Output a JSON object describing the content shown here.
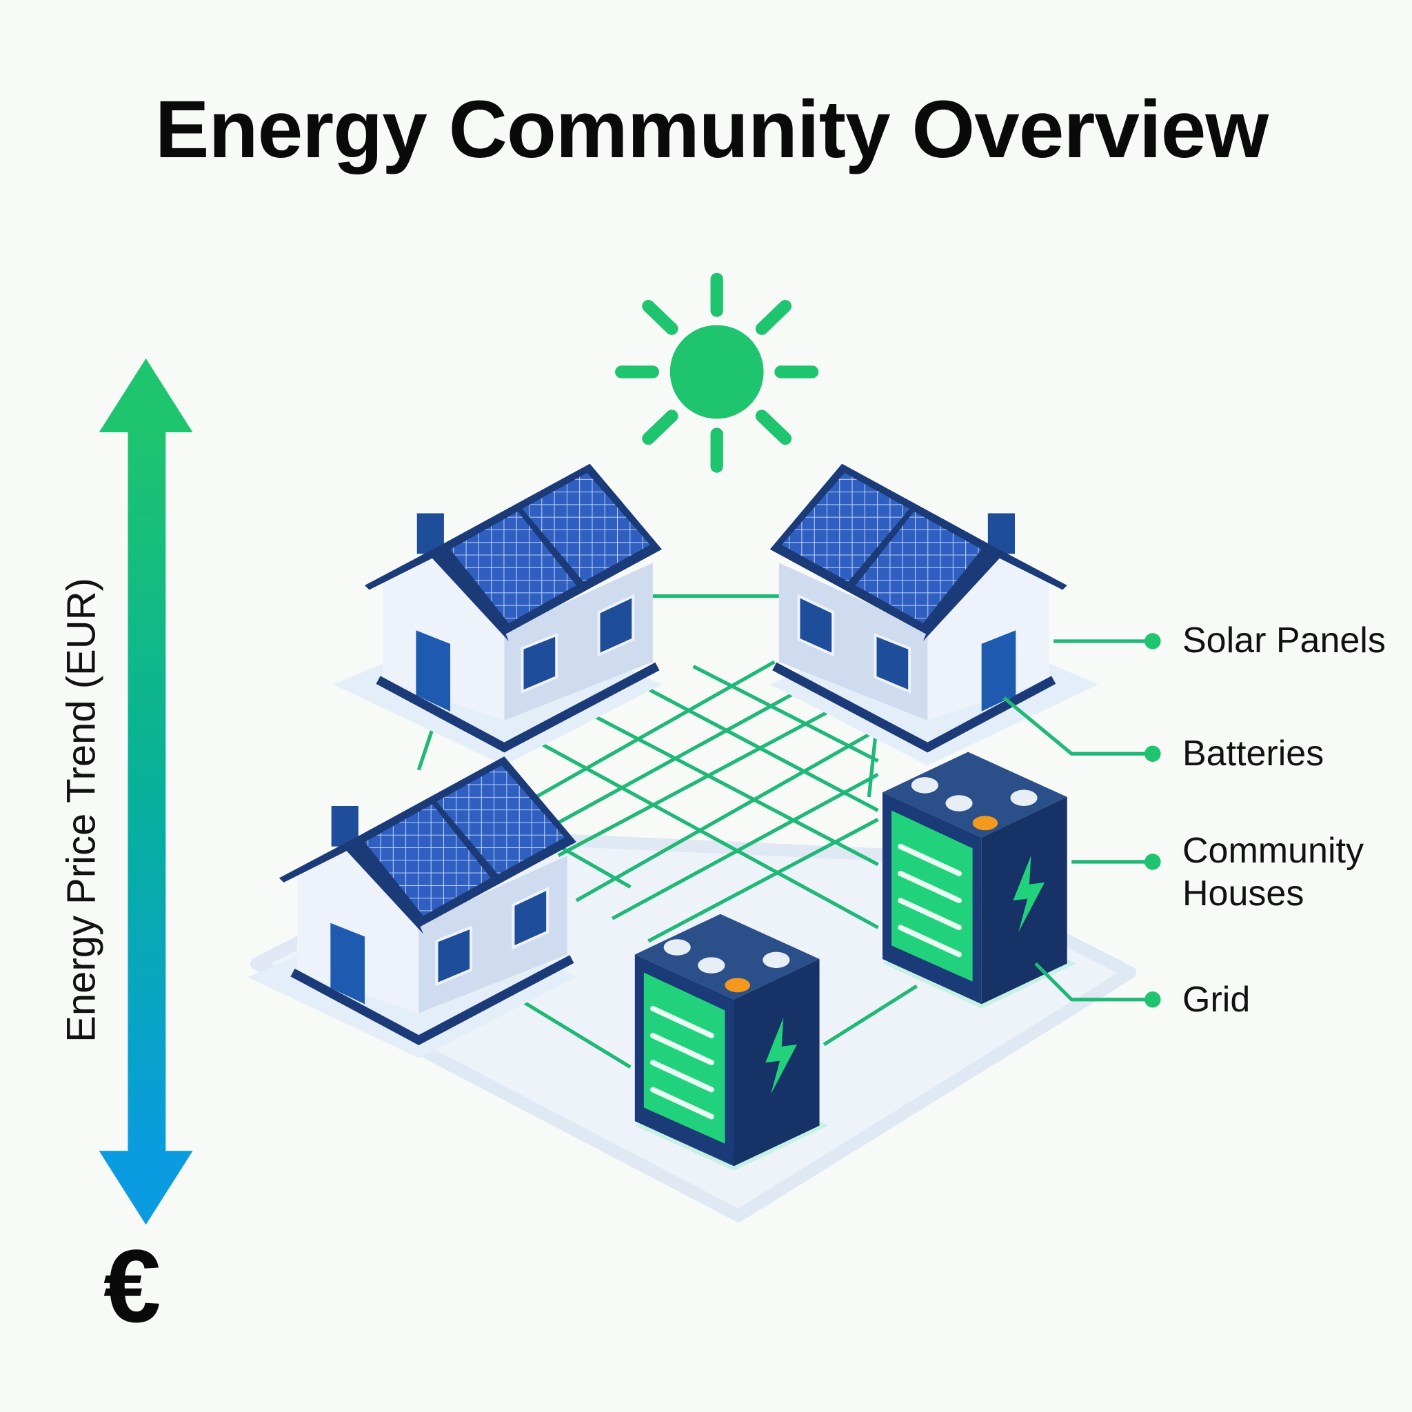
{
  "title": "Energy Community Overview",
  "price_axis": {
    "label": "Energy Price Trend (EUR)",
    "currency_symbol": "€",
    "direction": "both"
  },
  "legend": [
    {
      "label": "Solar Panels"
    },
    {
      "label": "Batteries"
    },
    {
      "label": "Community Houses"
    },
    {
      "label": "Grid"
    }
  ],
  "colors": {
    "accent_green": "#1fc46e",
    "accent_blue": "#0a9be0",
    "navy": "#1b3a78",
    "panel_blue": "#2f5fc0"
  }
}
